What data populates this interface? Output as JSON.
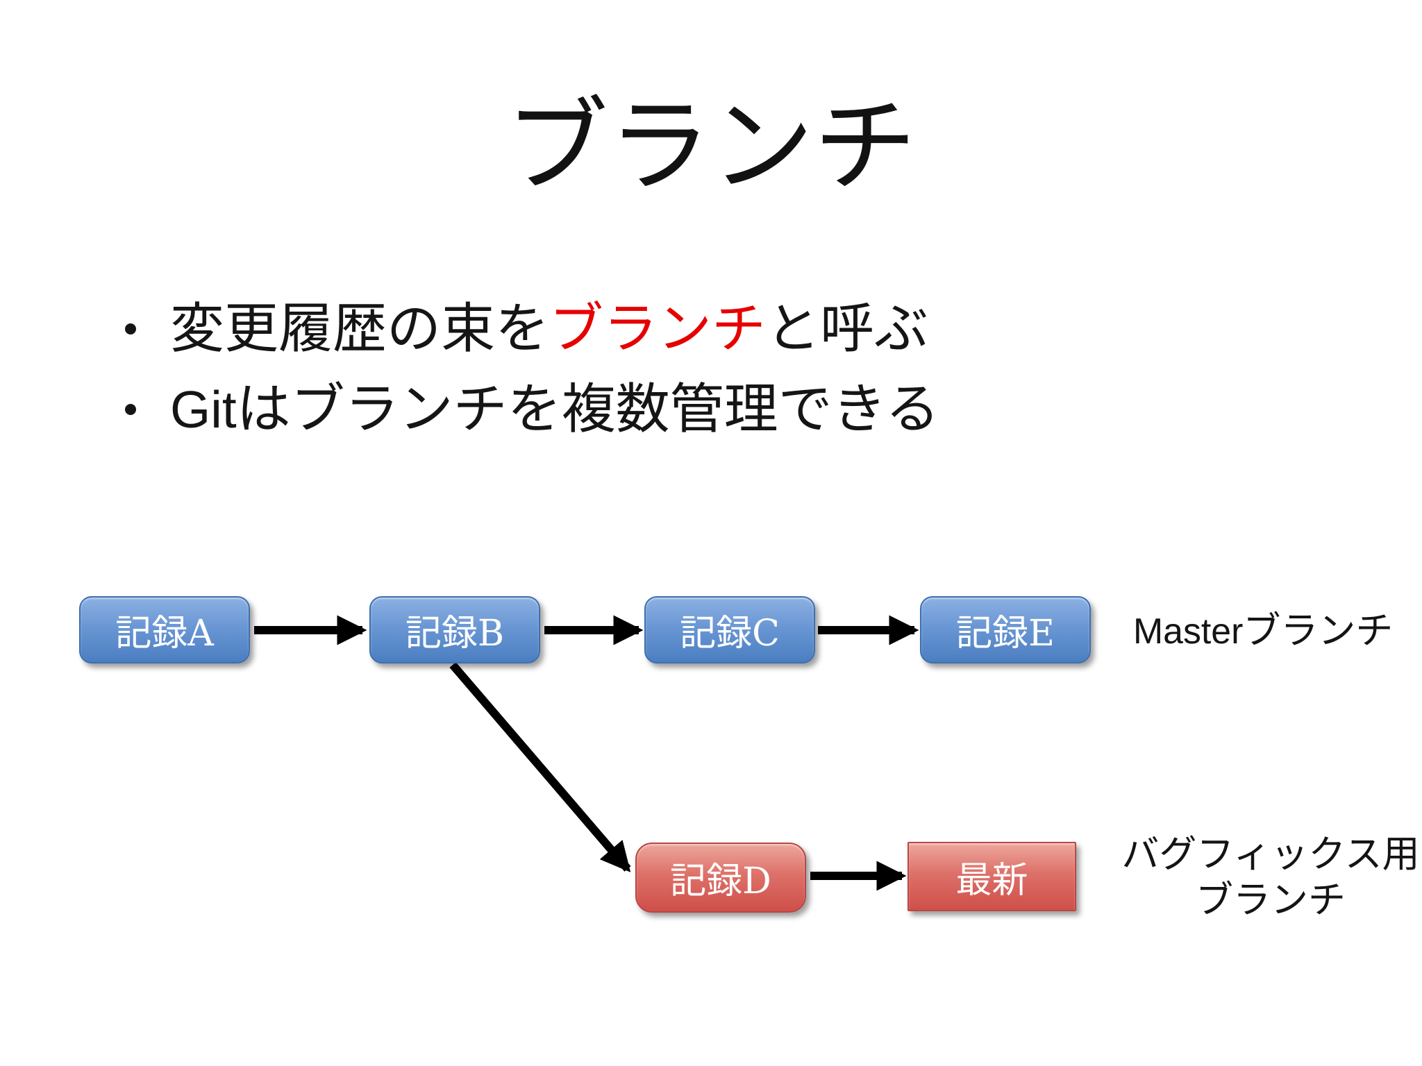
{
  "slide": {
    "title": "ブランチ",
    "bullets": {
      "item1": {
        "pre": "変更履歴の束を",
        "highlight": "ブランチ",
        "post": "と呼ぶ"
      },
      "item2": {
        "latin": "Git",
        "rest": "はブランチを複数管理できる"
      }
    }
  },
  "diagram": {
    "master_branch": {
      "label_latin": "Master",
      "label_kana": "ブランチ",
      "nodes": {
        "a": "記録A",
        "b": "記録B",
        "c": "記録C",
        "e": "記録E"
      }
    },
    "bugfix_branch": {
      "label_line1": "バグフィックス用",
      "label_line2": "ブランチ",
      "nodes": {
        "d": "記録D",
        "latest": "最新"
      }
    },
    "edges": [
      "記録A→記録B",
      "記録B→記録C",
      "記録C→記録E",
      "記録B→記録D",
      "記録D→最新"
    ]
  },
  "colors": {
    "background": "#ffffff",
    "text_black": "#151515",
    "highlight_red": "#e60000",
    "blue_node_top": "#8cb0e2",
    "blue_node_bottom": "#4b7ec1",
    "blue_node_border": "#3d6fae",
    "red_node_top": "#eda79d",
    "red_node_bottom": "#cf4f4a",
    "red_node_border": "#b84743",
    "arrow": "#000000",
    "node_text": "#ffffff"
  }
}
